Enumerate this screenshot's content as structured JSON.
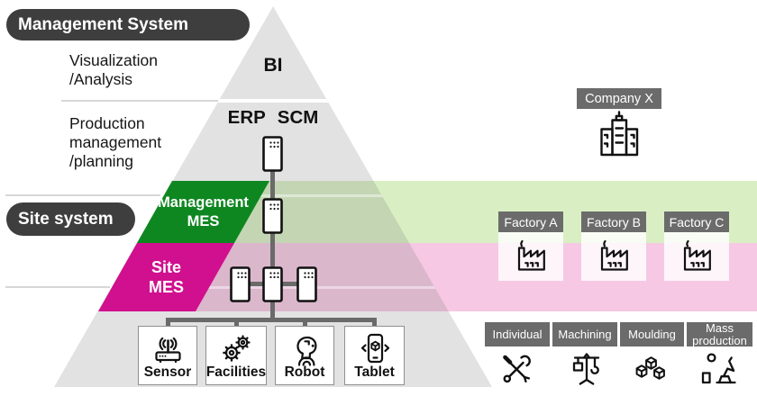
{
  "palette": {
    "pill_dark": "#3e3e3e",
    "label_gray": "#6b6b6b",
    "mes_green": "#0e8721",
    "mes_magenta": "#d0108e",
    "band_green": "#d9efc3",
    "band_pink": "#f6c8e3",
    "pyramid_gray": "#e1e1e1",
    "connector_gray": "#6a6a6a"
  },
  "pills": {
    "management_system": "Management System",
    "site_system": "Site system"
  },
  "left_labels": {
    "visualization": [
      "Visualization",
      "/Analysis"
    ],
    "production": [
      "Production",
      "management",
      "/planning"
    ]
  },
  "pyramid": {
    "bi": "BI",
    "erp": "ERP",
    "scm": "SCM",
    "management_mes": [
      "Management",
      "MES"
    ],
    "site_mes": [
      "Site",
      "MES"
    ]
  },
  "devices": [
    {
      "label": "Sensor",
      "icon": "sensor-icon"
    },
    {
      "label": "Facilities",
      "icon": "facilities-icon"
    },
    {
      "label": "Robot",
      "icon": "robot-icon"
    },
    {
      "label": "Tablet",
      "icon": "tablet-icon"
    }
  ],
  "company": {
    "label": "Company X",
    "icon": "building-icon"
  },
  "factories": [
    {
      "label": "Factory A",
      "icon": "factory-icon"
    },
    {
      "label": "Factory B",
      "icon": "factory-icon"
    },
    {
      "label": "Factory C",
      "icon": "factory-icon"
    }
  ],
  "processes": [
    {
      "label": "Individual",
      "icon": "tools-icon"
    },
    {
      "label": "Machining",
      "icon": "hoist-icon"
    },
    {
      "label": "Moulding",
      "icon": "cubes-icon"
    },
    {
      "label": "Mass production",
      "icon": "robot-arm-icon"
    }
  ]
}
